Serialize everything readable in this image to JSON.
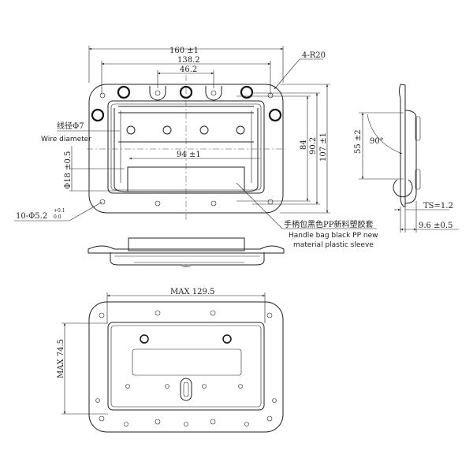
{
  "top_view": {
    "dim_overall_width": "160 ±1",
    "dim_hole_span": "138.2",
    "dim_center_holes": "46.2",
    "dim_grip_length": "94 ±1",
    "dim_84": "84",
    "dim_90_2": "90.2",
    "dim_overall_height": "107 ±1",
    "corner_radius": "4-R20",
    "wire_cn": "线径Φ7",
    "wire_en": "Wire diameter",
    "grip_dia": "Φ18 ±0.5",
    "mount_holes": "10-Φ5.2",
    "mount_tol_upper": "+0.1",
    "mount_tol_lower": "0.0",
    "sleeve_cn": "手柄包黑色PP新料塑胶套",
    "sleeve_en_1": "Handle bag black PP new",
    "sleeve_en_2": "material plastic sleeve"
  },
  "side_view": {
    "dim_swing": "55 ±2",
    "angle": "90°",
    "thickness": "TS=1.2",
    "depth": "9.6 ±0.5"
  },
  "bottom_view": {
    "max_width": "MAX 129.5",
    "max_height": "MAX 74.5"
  }
}
